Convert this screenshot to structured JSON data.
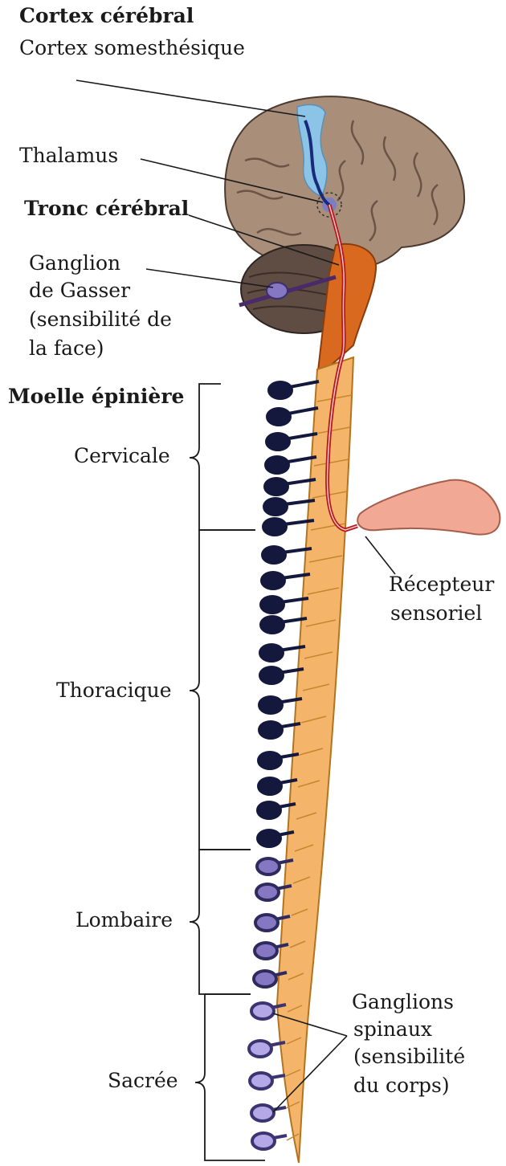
{
  "labels": {
    "cortex_title": "Cortex cérébral",
    "cortex_sub": "Cortex somesthésique",
    "thalamus": "Thalamus",
    "tronc": "Tronc cérébral",
    "gasser_1": "Ganglion",
    "gasser_2": "de Gasser",
    "gasser_3": "(sensibilité de",
    "gasser_4": "la face)",
    "moelle": "Moelle épinière",
    "cervicale": "Cervicale",
    "thoracique": "Thoracique",
    "lombaire": "Lombaire",
    "sacree": "Sacrée",
    "recepteur_1": "Récepteur",
    "recepteur_2": "sensoriel",
    "ganglions_1": "Ganglions",
    "ganglions_2": "spinaux",
    "ganglions_3": "(sensibilité",
    "ganglions_4": "du corps)"
  },
  "colors": {
    "brain": "#a98f7a",
    "brain_fold": "#6b5446",
    "cerebellum": "#5f4d44",
    "cortex_highlight": "#8cc4e8",
    "brainstem": "#d8691e",
    "spinal_cord": "#f4b56a",
    "pathway": "#b5171c",
    "pathway_blue": "#1a2a7a",
    "ganglion_dark": "#15183d",
    "ganglion_light": "#8577c2",
    "finger": "#f1a894"
  },
  "icons": {
    "brain": "brain-illustration",
    "spinal_cord": "spinal-cord-illustration",
    "finger": "finger-illustration"
  }
}
